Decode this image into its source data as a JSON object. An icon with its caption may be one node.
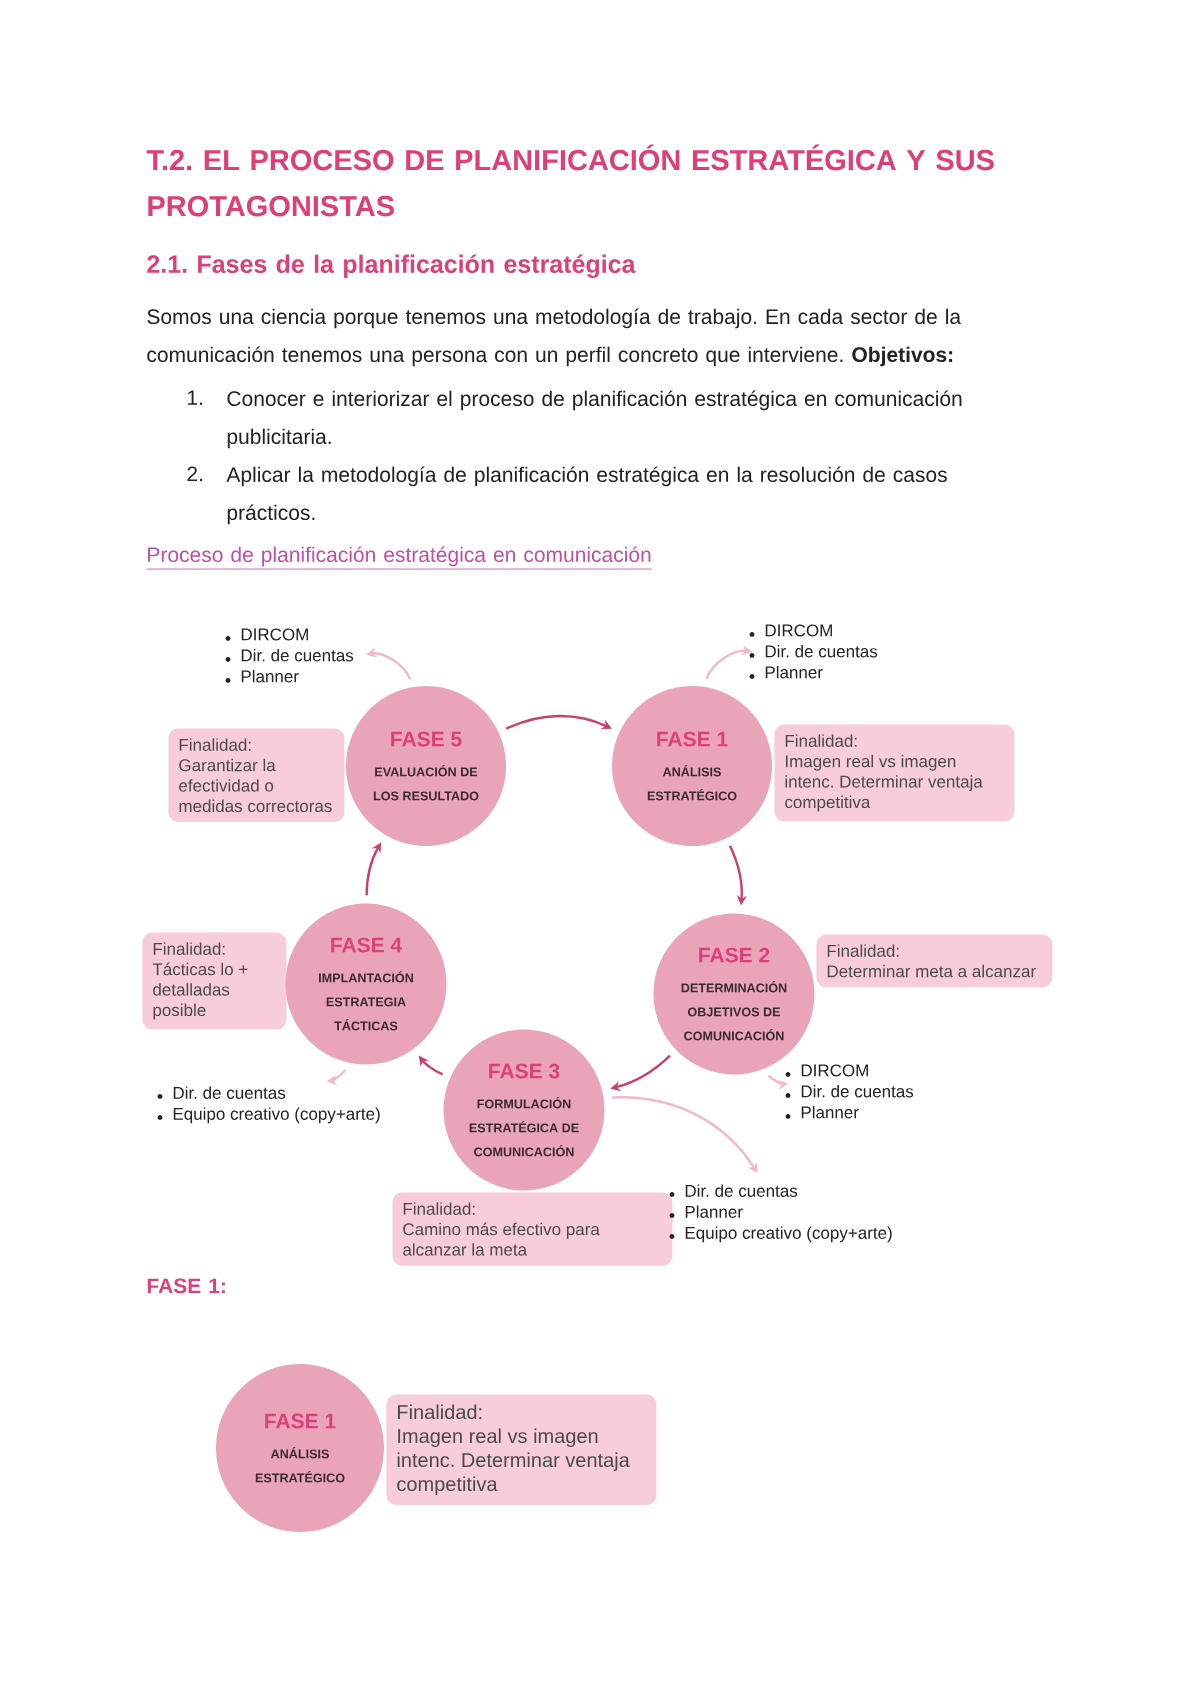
{
  "diagram": {
    "title": "T.2. EL PROCESO DE PLANIFICACIÓN ESTRATÉGICA Y SUS PROTAGONISTAS",
    "nodes": [
      {
        "text": [
          "FASE 5",
          "EVALUACIÓN DE LOS RESULTADO"
        ]
      },
      {
        "text": [
          "Finalidad:",
          "Garantizar la efectividad o medidas correctoras"
        ]
      },
      {
        "text": [
          "DIRCOM",
          "Dir. de cuentas",
          "Planner"
        ]
      },
      {
        "text": [
          "FASE 1",
          "ANÁLISIS ESTRATÉGICO"
        ]
      },
      {
        "text": [
          "Finalidad:",
          "Imagen real vs imagen intenc. Determinar ventaja competitiva"
        ]
      },
      {
        "text": [
          "DIRCOM",
          "Dir. de cuentas",
          "Planner"
        ]
      },
      {
        "text": [
          "FASE 2",
          "DETERMINACIÓN OBJETIVOS DE COMUNICACIÓN"
        ]
      },
      {
        "text": [
          "Finalidad:",
          "Determinar meta a alcanzar"
        ]
      },
      {
        "text": [
          "DIRCOM",
          "Dir. de cuentas",
          "Planner"
        ]
      },
      {
        "text": [
          "FASE 4",
          "IMPLANTACIÓN ESTRATEGIA TÁCTICAS"
        ]
      },
      {
        "text": [
          "Finalidad:",
          "Tácticas lo + detalladas posible"
        ]
      },
      {
        "text": [
          "Dir. de cuentas",
          "Equipo creativo (copy+arte)"
        ]
      },
      {
        "text": [
          "FASE 3",
          "FORMULACIÓN ESTRATÉGICA DE COMUNICACIÓN"
        ]
      },
      {
        "text": [
          "Finalidad:",
          "Camino más efectivo para alcanzar la meta"
        ]
      },
      {
        "text": [
          "Dir. de cuentas",
          "Planner",
          "Equipo creativo (copy+arte)"
        ]
      },
      {
        "text": [
          "FASE 1",
          "ANÁLISIS ESTRATÉGICO"
        ]
      },
      {
        "text": [
          "Finalidad:",
          "Imagen real vs imagen intenc. Determinar ventaja competitiva"
        ]
      }
    ],
    "edges": [
      {
        "from": 0,
        "to": 3,
        "arrow": "to"
      },
      {
        "from": 3,
        "to": 6,
        "arrow": "to"
      },
      {
        "from": 6,
        "to": 12,
        "arrow": "to"
      },
      {
        "from": 12,
        "to": 9,
        "arrow": "to"
      },
      {
        "from": 9,
        "to": 0,
        "arrow": "to"
      },
      {
        "from": 0,
        "to": 2,
        "arrow": "to",
        "color": "#f2b8c9"
      },
      {
        "from": 3,
        "to": 5,
        "arrow": "to",
        "color": "#f2b8c9"
      },
      {
        "from": 6,
        "to": 8,
        "arrow": "to",
        "color": "#f2b8c9"
      },
      {
        "from": 12,
        "to": 14,
        "arrow": "to",
        "color": "#f2b8c9"
      },
      {
        "from": 9,
        "to": 11,
        "arrow": "to",
        "color": "#f2b8c9"
      }
    ],
    "labels": [
      "2.1. Fases de la planificación estratégica",
      "Somos una ciencia porque tenemos una metodología de trabajo. En cada sector de la comunicación tenemos una persona con un perfil concreto que interviene. **Objetivos:**",
      "1.",
      "Conocer e interiorizar el proceso de planificación estratégica en comunicación publicitaria.",
      "2.",
      "Aplicar la metodología de planificación estratégica en la resolución de casos prácticos.",
      "Proceso de planificación estratégica en comunicación",
      "FASE 1:"
    ]
  }
}
